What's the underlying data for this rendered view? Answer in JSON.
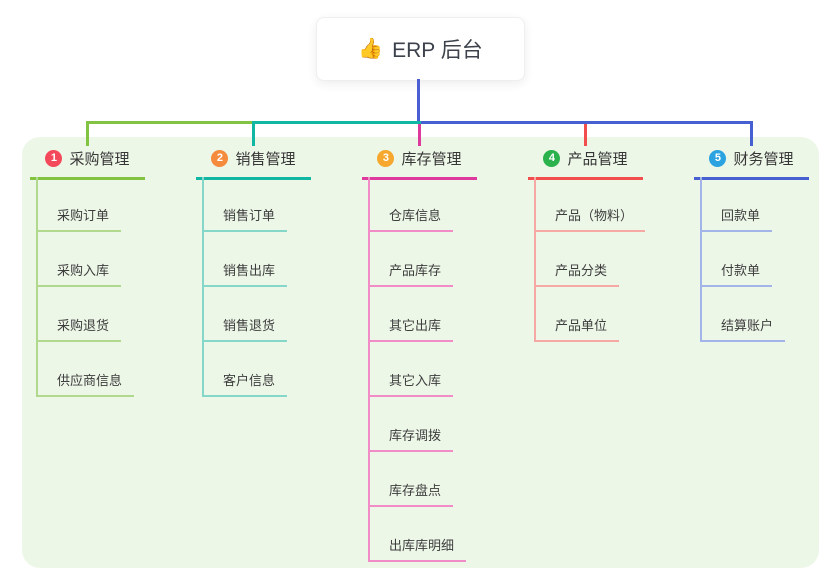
{
  "root": {
    "icon": "👍",
    "title": "ERP 后台"
  },
  "branches": [
    {
      "num": "1",
      "label": "采购管理",
      "badge_color": "#f3495b",
      "line_color": "#82c342",
      "light_color": "#b0d98e",
      "children": [
        "采购订单",
        "采购入库",
        "采购退货",
        "供应商信息"
      ]
    },
    {
      "num": "2",
      "label": "销售管理",
      "badge_color": "#f58b3c",
      "line_color": "#12b7a4",
      "light_color": "#85d7c9",
      "children": [
        "销售订单",
        "销售出库",
        "销售退货",
        "客户信息"
      ]
    },
    {
      "num": "3",
      "label": "库存管理",
      "badge_color": "#f5a72e",
      "line_color": "#de3a9d",
      "light_color": "#f18cc6",
      "children": [
        "仓库信息",
        "产品库存",
        "其它出库",
        "其它入库",
        "库存调拨",
        "库存盘点",
        "出库库明细"
      ]
    },
    {
      "num": "4",
      "label": "产品管理",
      "badge_color": "#2cb24c",
      "line_color": "#f24e4e",
      "light_color": "#f6a8a4",
      "children": [
        "产品（物料）",
        "产品分类",
        "产品单位"
      ]
    },
    {
      "num": "5",
      "label": "财务管理",
      "badge_color": "#2ba3e0",
      "line_color": "#4660d2",
      "light_color": "#a3b4e8",
      "children": [
        "回款单",
        "付款单",
        "结算账户"
      ]
    }
  ],
  "colors": {
    "trunk_blue": "#4b5fd3",
    "panel_bg": "#edf7e8"
  }
}
